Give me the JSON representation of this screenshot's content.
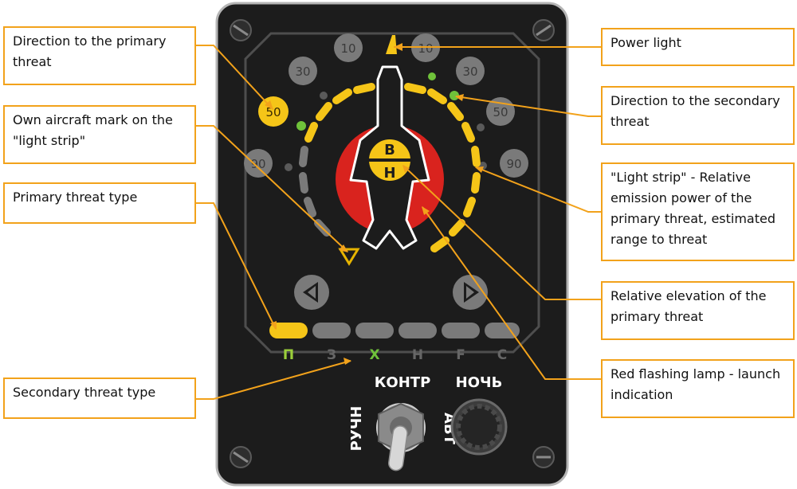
{
  "callouts": {
    "primary_direction": "Direction to the primary threat",
    "own_aircraft": "Own aircraft mark on the \"light strip\"",
    "primary_type": "Primary threat type",
    "secondary_type": "Secondary threat type",
    "power_light": "Power light",
    "secondary_direction": "Direction to the secondary threat",
    "light_strip": "\"Light strip\" - Relative emission power of the primary threat, estimated range to threat",
    "elevation": "Relative elevation of the primary threat",
    "launch_lamp": "Red flashing lamp - launch indication"
  },
  "panel": {
    "sector_labels": [
      "10",
      "30",
      "50",
      "90",
      "10",
      "30",
      "50",
      "90"
    ],
    "hemisphere_upper": "В",
    "hemisphere_lower": "Н",
    "threat_types": [
      "П",
      "З",
      "Х",
      "Н",
      "F",
      "С"
    ],
    "switch_top": "КОНТР",
    "switch_left": "РУЧН",
    "switch_right": "АВТ",
    "night_label": "НОЧЬ"
  },
  "colors": {
    "panel": "#1c1c1c",
    "amber_lit": "#f5c518",
    "green_lit": "#6fc23a",
    "red_lamp": "#d9231e",
    "unlit": "#7a7a7a",
    "callout_border": "#f2a21b"
  }
}
